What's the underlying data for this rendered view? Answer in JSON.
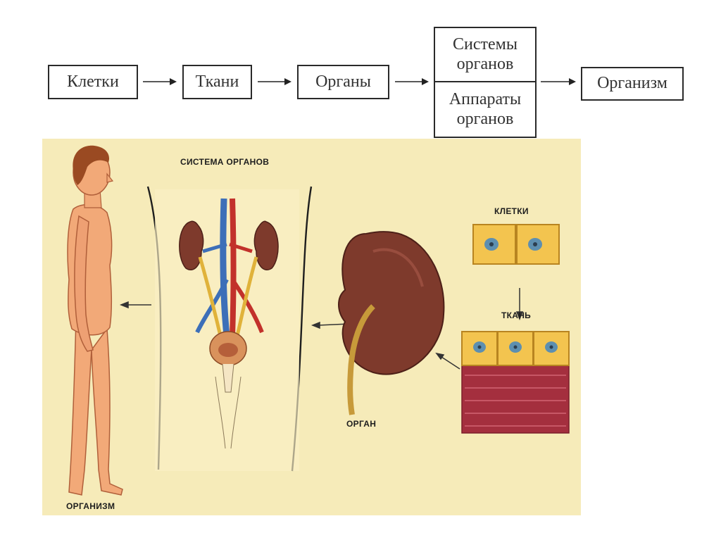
{
  "flow": {
    "cells": "Клетки",
    "tissues": "Ткани",
    "organs": "Органы",
    "organ_systems": "Системы органов",
    "organ_apparatus": "Аппараты органов",
    "organism": "Организм"
  },
  "illustration": {
    "organ_system_caption": "СИСТЕМА ОРГАНОВ",
    "cells_caption": "КЛЕТКИ",
    "tissue_caption": "ТКАНЬ",
    "organ_caption": "ОРГАН",
    "organism_caption": "ОРГАНИЗМ"
  },
  "colors": {
    "illustration_bg": "#f6ebb9",
    "body_skin": "#f2a978",
    "hair": "#9a4a22",
    "kidney": "#7e3a2c",
    "vein": "#3d6fb8",
    "artery": "#c2312b",
    "cell": "#f3c44f",
    "tissue": "#a42f3e"
  }
}
